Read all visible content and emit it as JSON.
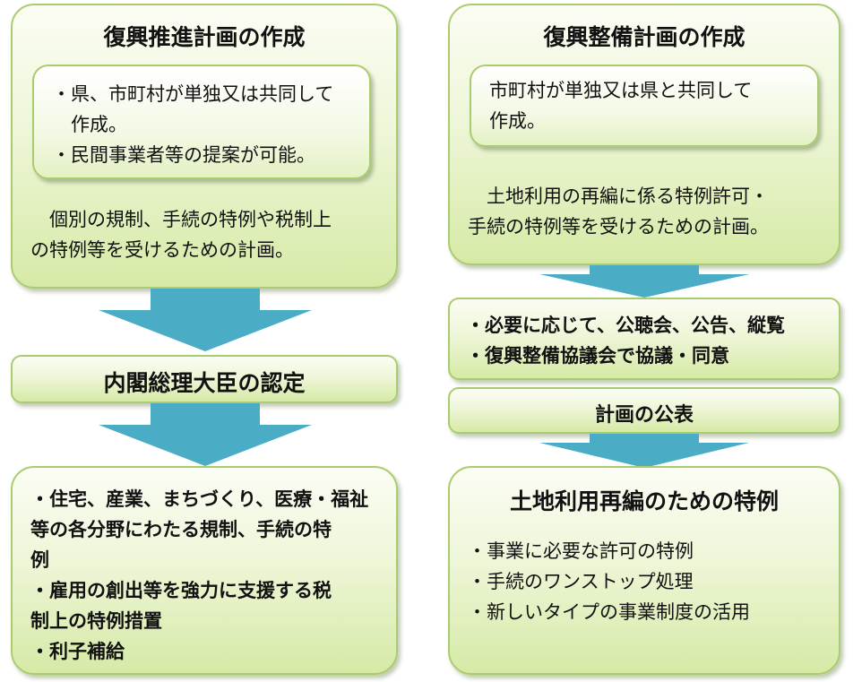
{
  "left": {
    "plan_box": {
      "title": "復興推進計画の作成",
      "inner_lines": [
        "・県、市町村が単独又は共同して",
        "　作成。",
        "・民間事業者等の提案が可能。"
      ],
      "desc_lines": [
        "　個別の規制、手続の特例や税制上",
        "の特例等を受けるための計画。"
      ]
    },
    "approval": {
      "title": "内閣総理大臣の認定"
    },
    "benefits": {
      "lines": [
        "・住宅、産業、まちづくり、医療・福祉",
        "等の各分野にわたる規制、手続の特",
        "例",
        "・雇用の創出等を強力に支援する税",
        "制上の特例措置",
        "・利子補給"
      ]
    }
  },
  "right": {
    "plan_box": {
      "title": "復興整備計画の作成",
      "inner_lines": [
        "市町村が単独又は県と共同して",
        "作成。"
      ],
      "desc_lines": [
        "　土地利用の再編に係る特例許可・",
        "手続の特例等を受けるための計画。"
      ]
    },
    "consult": {
      "lines": [
        "・必要に応じて、公聴会、公告、縦覧",
        "・復興整備協議会で協議・同意"
      ]
    },
    "publish": {
      "title": "計画の公表"
    },
    "special": {
      "title": "土地利用再編のための特例",
      "lines": [
        "・事業に必要な許可の特例",
        "・手続のワンストップ処理",
        "・新しいタイプの事業制度の活用"
      ]
    }
  },
  "colors": {
    "box_border": "#a9cc6e",
    "box_fill": "#e5f2c0",
    "arrow": "#4bacc6"
  }
}
